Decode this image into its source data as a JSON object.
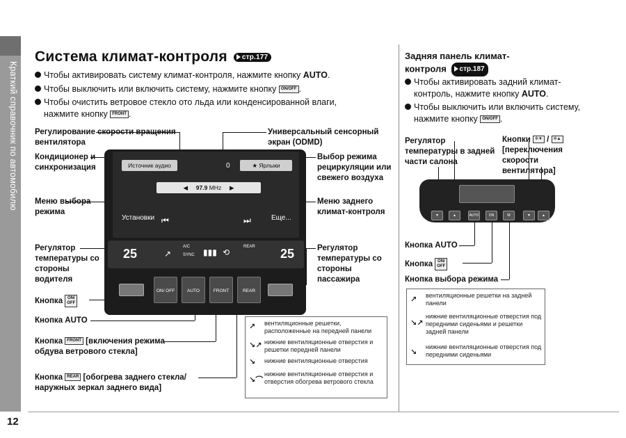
{
  "side_tab": "Краткий справочник по автомобилю",
  "page_number": "12",
  "left": {
    "title": "Система климат-контроля",
    "title_ref": "стр.177",
    "bullets": [
      {
        "text": "Чтобы активировать систему климат-контроля, нажмите кнопку ",
        "bold": "AUTO",
        "tail": "."
      },
      {
        "text": "Чтобы выключить или включить систему, нажмите кнопку ",
        "icon": "ON/OFF",
        "tail": "."
      },
      {
        "text": "Чтобы очистить ветровое стекло ото льда или конденсированной влаги,",
        "line2": "нажмите кнопку ",
        "icon": "FRONT",
        "tail": "."
      }
    ],
    "labels": {
      "fan": "Регулирование скорости вращения вентилятора",
      "ac": "Кондиционер и синхронизация",
      "mode_menu": "Меню выбора режима",
      "driver_temp": "Регулятор температуры со стороны водителя",
      "onoff_btn": "Кнопка",
      "auto_btn": "Кнопка AUTO",
      "front_btn": "Кнопка",
      "front_desc": "[включения режима обдува ветрового стекла]",
      "rear_btn": "Кнопка",
      "rear_desc": "[обогрева заднего стекла/ наружных зеркал заднего вида]",
      "odmd": "Универсальный сенсорный экран (ODMD)",
      "recirc": "Выбор режима рециркуляции или свежего воздуха",
      "rear_menu": "Меню заднего климат-контроля",
      "pass_temp": "Регулятор температуры со стороны пассажира"
    },
    "screen": {
      "audio_src": "Источник аудио",
      "vol": "0",
      "labels_btn": "Ярлыки",
      "freq": "97.9",
      "freq_unit": "MHz",
      "settings": "Установки",
      "more": "Еще...",
      "temp_left": "25",
      "temp_right": "25",
      "ac": "A/C",
      "sync": "SYNC",
      "rear": "REAR"
    },
    "hw": {
      "onoff": "ON/ OFF",
      "auto": "AUTO",
      "front": "FRONT",
      "rear": "REAR"
    },
    "legend": [
      "вентиляционные решетки, расположенные на передней панели",
      "нижние вентиляционные отверстия и решетки передней панели",
      "нижние вентиляционные отверстия",
      "нижние вентиляционные отверстия и отверстия обогрева ветрового стекла"
    ]
  },
  "right": {
    "heading_line1": "Задняя панель климат-",
    "heading_line2": "контроля",
    "heading_ref": "стр.187",
    "bullets": [
      {
        "line1": "Чтобы активировать задний климат-",
        "line2": "контроль, нажмите кнопку ",
        "bold": "AUTO",
        "tail": "."
      },
      {
        "line1": "Чтобы выключить или включить систему,",
        "line2": "нажмите кнопку ",
        "icon": "ON/OFF",
        "tail": "."
      }
    ],
    "labels": {
      "rear_temp": "Регулятор температуры в задней части салона",
      "fan_btns": "Кнопки",
      "fan_desc": "[переключения скорости вентилятора]",
      "auto": "Кнопка AUTO",
      "onoff": "Кнопка",
      "mode": "Кнопка выбора режима"
    },
    "legend": [
      "вентиляционные решетки на задней панели",
      "нижние вентиляционные отверстия под передними сиденьями и решетки задней панели",
      "нижние вентиляционные отверстия под передними сиденьями"
    ]
  }
}
